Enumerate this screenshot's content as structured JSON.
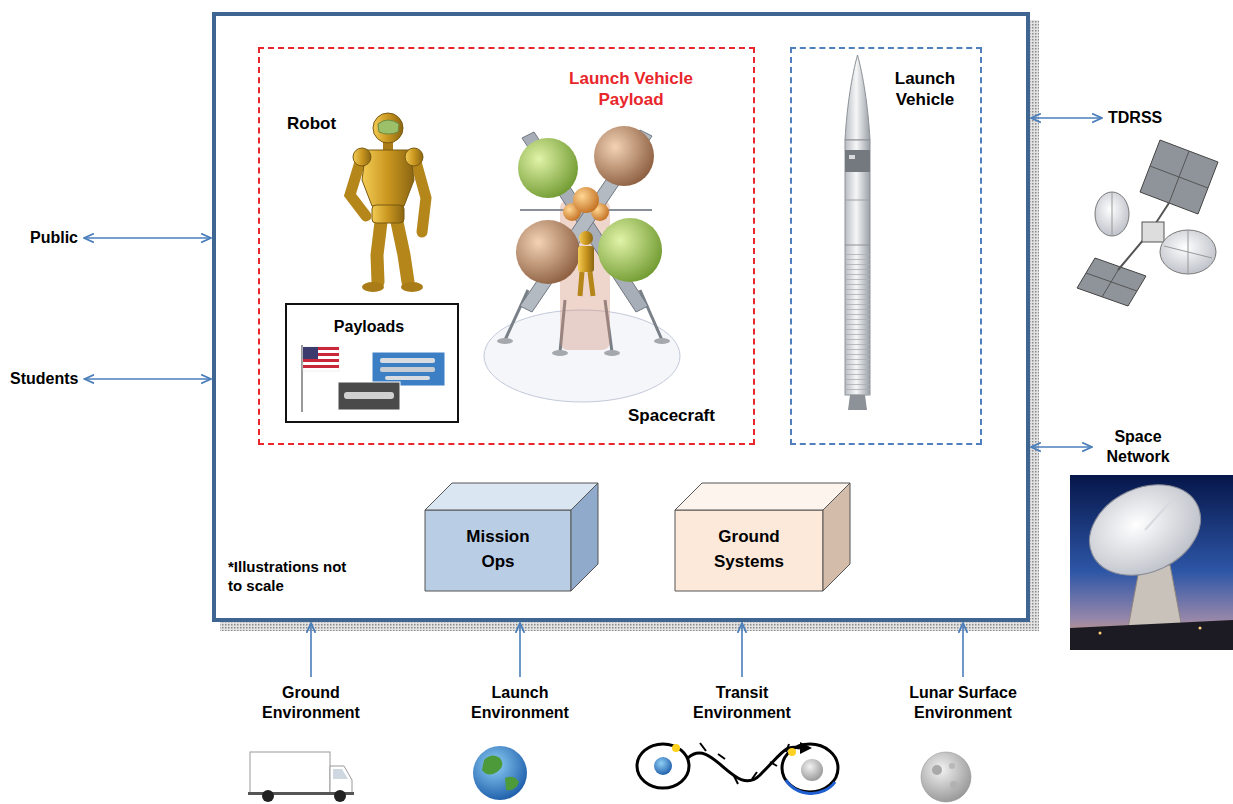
{
  "diagram": {
    "nodes": [
      {
        "text": [
          "*Illustrations not to scale"
        ]
      },
      {
        "text": [
          "Launch Vehicle Payload"
        ],
        "in": 0
      },
      {
        "text": [
          "Payloads"
        ],
        "in": 1
      },
      {
        "text": [
          "Launch Vehicle"
        ],
        "in": 0
      },
      {
        "text": [
          "Mission Ops"
        ],
        "in": 0
      },
      {
        "text": [
          "Ground Systems"
        ],
        "in": 0
      },
      {
        "text": [
          "Public"
        ]
      },
      {
        "text": [
          "Students"
        ]
      },
      {
        "text": [
          "TDRSS"
        ]
      },
      {
        "text": [
          "Space Network"
        ]
      },
      {
        "text": [
          "Ground Environment"
        ]
      },
      {
        "text": [
          "Launch Environment"
        ]
      },
      {
        "text": [
          "Transit Environment"
        ]
      },
      {
        "text": [
          "Lunar Surface Environment"
        ]
      }
    ],
    "edges": [
      {
        "from": 6,
        "to": 0,
        "arrow": "both"
      },
      {
        "from": 7,
        "to": 0,
        "arrow": "both"
      },
      {
        "from": 0,
        "to": 8,
        "arrow": "both"
      },
      {
        "from": 0,
        "to": 9,
        "arrow": "both"
      },
      {
        "from": 10,
        "to": 0,
        "arrow": "to"
      },
      {
        "from": 11,
        "to": 0,
        "arrow": "to"
      },
      {
        "from": 12,
        "to": 0,
        "arrow": "to"
      },
      {
        "from": 13,
        "to": 0,
        "arrow": "to"
      }
    ],
    "labels": [
      "Robot",
      "Spacecraft"
    ]
  }
}
